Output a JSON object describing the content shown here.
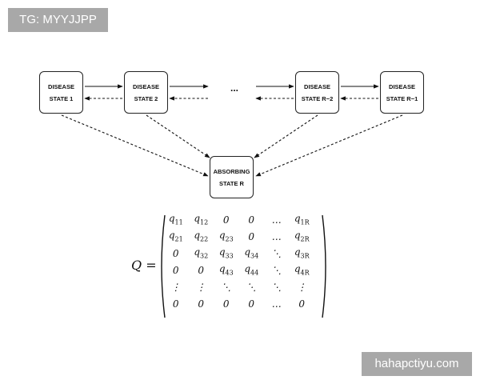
{
  "watermarks": {
    "top": "TG: MYYJJPP",
    "bottom": "hahapctiyu.com"
  },
  "states": [
    {
      "line1": "DISEASE",
      "line2": "STATE 1"
    },
    {
      "line1": "DISEASE",
      "line2": "STATE 2"
    },
    {
      "line1": "DISEASE",
      "line2": "STATE R−2"
    },
    {
      "line1": "DISEASE",
      "line2": "STATE R−1"
    }
  ],
  "absorbing": {
    "line1": "ABSORBING",
    "line2": "STATE R"
  },
  "ellipsis": "...",
  "matrix": {
    "label": "Q =",
    "rows": [
      [
        "q11",
        "q12",
        "0",
        "0",
        "…",
        "q1R"
      ],
      [
        "q21",
        "q22",
        "q23",
        "0",
        "…",
        "q2R"
      ],
      [
        "0",
        "q32",
        "q33",
        "q34",
        "⋱",
        "q3R"
      ],
      [
        "0",
        "0",
        "q43",
        "q44",
        "⋱",
        "q4R"
      ],
      [
        "⋮",
        "⋮",
        "⋱",
        "⋱",
        "⋱",
        "⋮"
      ],
      [
        "0",
        "0",
        "0",
        "0",
        "…",
        "0"
      ]
    ]
  }
}
